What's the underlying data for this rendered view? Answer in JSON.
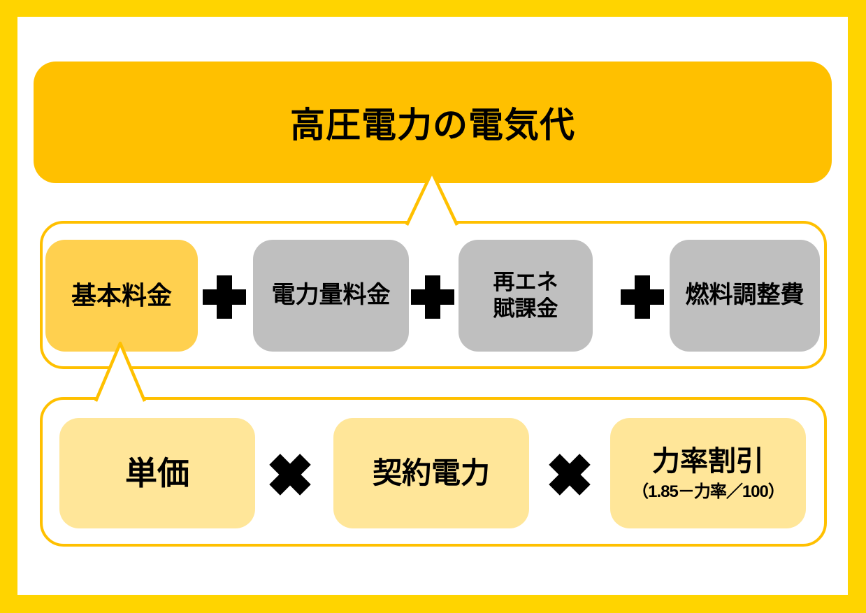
{
  "title": "高圧電力の電気代",
  "level1": {
    "items": [
      {
        "label": "基本料金"
      },
      {
        "label": "電力量料金"
      },
      {
        "label_line1": "再エネ",
        "label_line2": "賦課金"
      },
      {
        "label": "燃料調整費"
      }
    ]
  },
  "level2": {
    "items": [
      {
        "label": "単価"
      },
      {
        "label": "契約電力"
      },
      {
        "label": "力率割引",
        "sublabel": "（1.85－力率／100）"
      }
    ]
  },
  "icons": {
    "plus": "＋",
    "multiply": "✖"
  },
  "colors": {
    "frame_yellow": "#FFD400",
    "accent_gold": "#FFC000",
    "highlight_amber": "#FFD04F",
    "component_gray": "#BFBFBF",
    "light_yellow": "#FFE699",
    "text_black": "#000000"
  }
}
